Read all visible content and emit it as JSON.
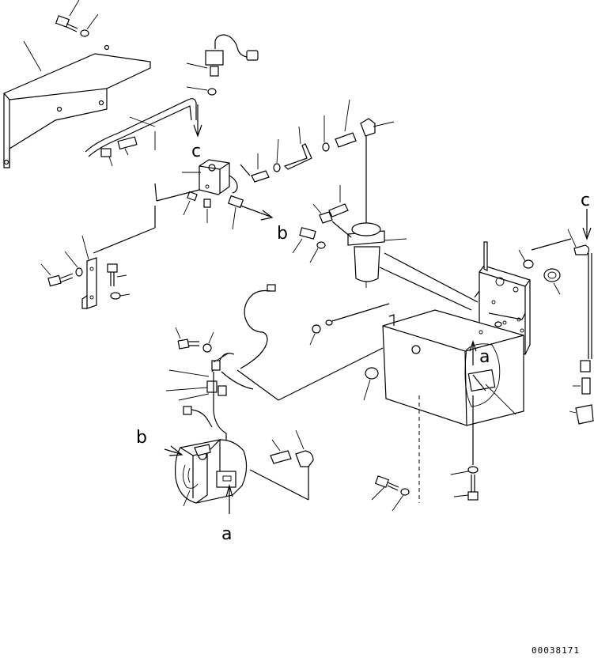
{
  "diagram": {
    "labels": {
      "c": "c",
      "b": "b",
      "a": "a"
    },
    "drawing_number": "00038171"
  }
}
